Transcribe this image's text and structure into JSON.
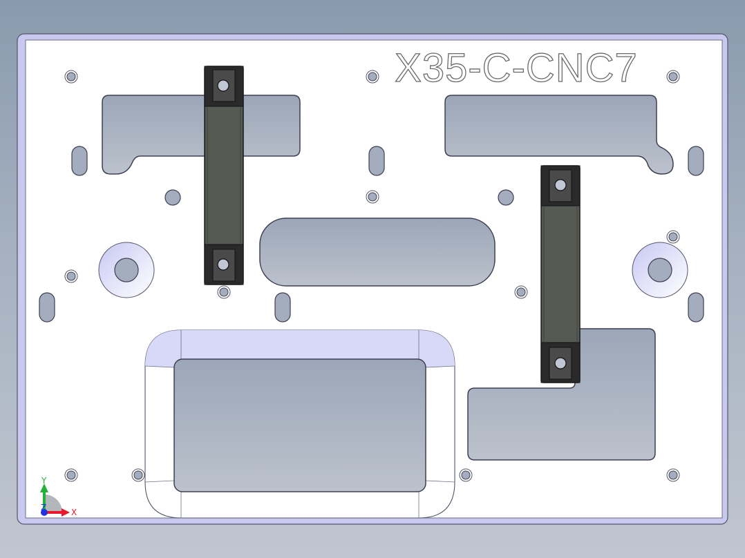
{
  "model": {
    "part_label": "X35-C-CNC7"
  },
  "triad": {
    "x_label": "X",
    "y_label": "Y",
    "z_label": "Z",
    "x_color": "#e8192c",
    "y_color": "#22b23a",
    "z_color": "#2232e0"
  },
  "colors": {
    "background_top": "#8a9aae",
    "background_bottom": "#c0c6d0",
    "plate_face": "#ffffff",
    "plate_edge": "#c9c9ef",
    "pocket_fill": "#a4adbd",
    "clamp_body": "#555a52",
    "clamp_dark": "#222222"
  }
}
